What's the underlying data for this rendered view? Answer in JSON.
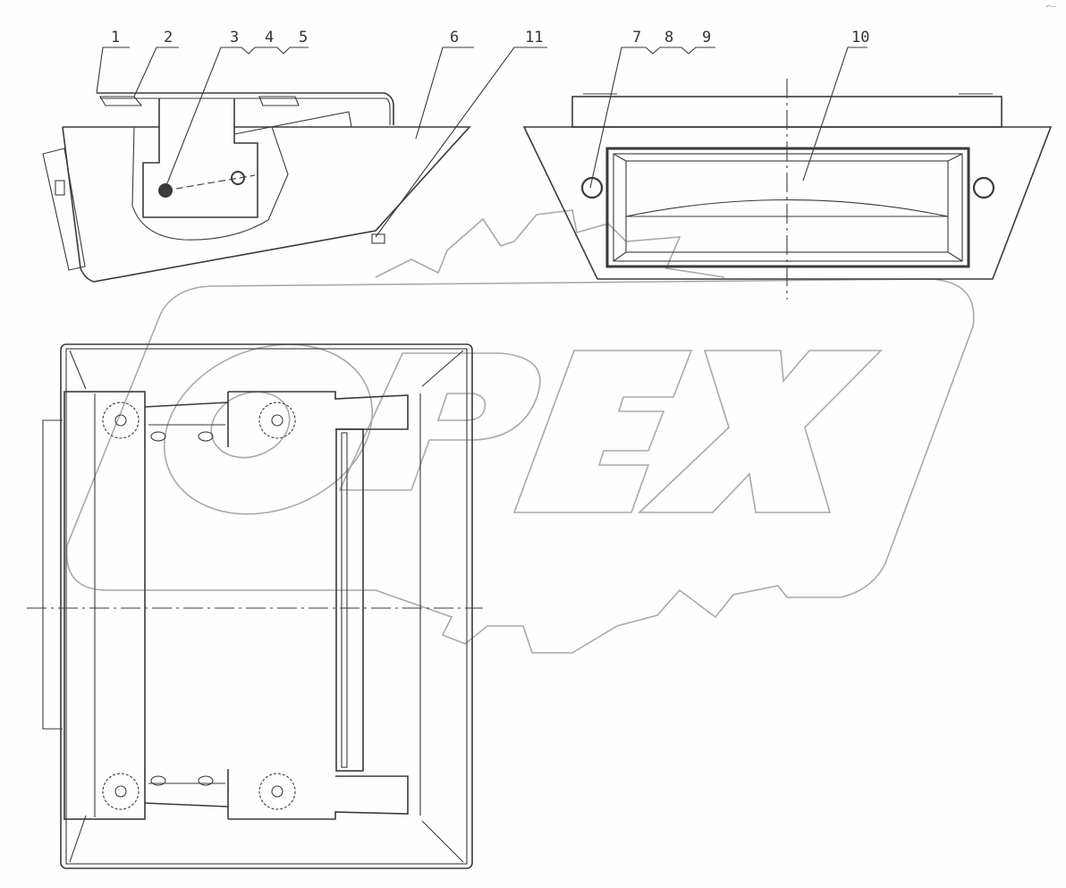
{
  "drawing": {
    "type": "assembly drawing",
    "views": [
      "side-section-view",
      "front-view",
      "top-view"
    ],
    "watermark": {
      "text": "OPEX",
      "color": "#a9a9a9"
    },
    "line_color": "#3a3a3a",
    "background": "#fdfefd"
  },
  "callouts": {
    "c1": "1",
    "c2": "2",
    "c3": "3",
    "c4": "4",
    "c5": "5",
    "c6": "6",
    "c11": "11",
    "c7": "7",
    "c8": "8",
    "c9": "9",
    "c10": "10"
  },
  "corner_mark": "⌐—"
}
